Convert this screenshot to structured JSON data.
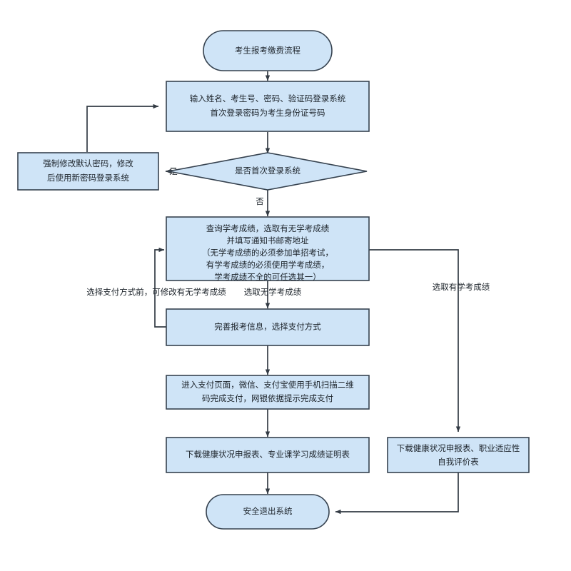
{
  "diagram": {
    "title": "考生报考缴费流程",
    "theme": {
      "node_fill": "#cfe4f7",
      "node_stroke": "#36424f",
      "edge_stroke": "#333b44",
      "text_color": "#1d242b",
      "background": "#ffffff"
    },
    "nodes": {
      "start": {
        "shape": "terminator",
        "lines": [
          "考生报考缴费流程"
        ]
      },
      "login": {
        "shape": "process",
        "lines": [
          "输入姓名、考生号、密码、验证码登录系统",
          "首次登录密码为考生身份证号码"
        ]
      },
      "change_password": {
        "shape": "process",
        "lines": [
          "强制修改默认密码，修改",
          "后使用新密码登录系统"
        ]
      },
      "first_login_decision": {
        "shape": "decision",
        "lines": [
          "是否首次登录系统"
        ]
      },
      "query_scores": {
        "shape": "process",
        "lines": [
          "查询学考成绩，选取有无学考成绩",
          "并填写通知书邮寄地址",
          "（无学考成绩的必须参加单招考试，",
          "有学考成绩的必须使用学考成绩，",
          "学考成绩不全的可任选其一）"
        ]
      },
      "complete_info": {
        "shape": "process",
        "lines": [
          "完善报考信息，选择支付方式"
        ]
      },
      "payment_page": {
        "shape": "process",
        "lines": [
          "进入支付页面，微信、支付宝使用手机扫描二维",
          "码完成支付，网银依据提示完成支付"
        ]
      },
      "download_left": {
        "shape": "process",
        "lines": [
          "下载健康状况申报表、专业课学习成绩证明表"
        ]
      },
      "download_right": {
        "shape": "process",
        "lines": [
          "下载健康状况申报表、职业适应性",
          "自我评价表"
        ]
      },
      "exit": {
        "shape": "terminator",
        "lines": [
          "安全退出系统"
        ]
      }
    },
    "edge_labels": {
      "yes": "是",
      "no": "否",
      "modify_before_payment": "选择支付方式前，可修改有无学考成绩",
      "pick_no_score": "选取无学考成绩",
      "pick_has_score": "选取有学考成绩"
    }
  }
}
